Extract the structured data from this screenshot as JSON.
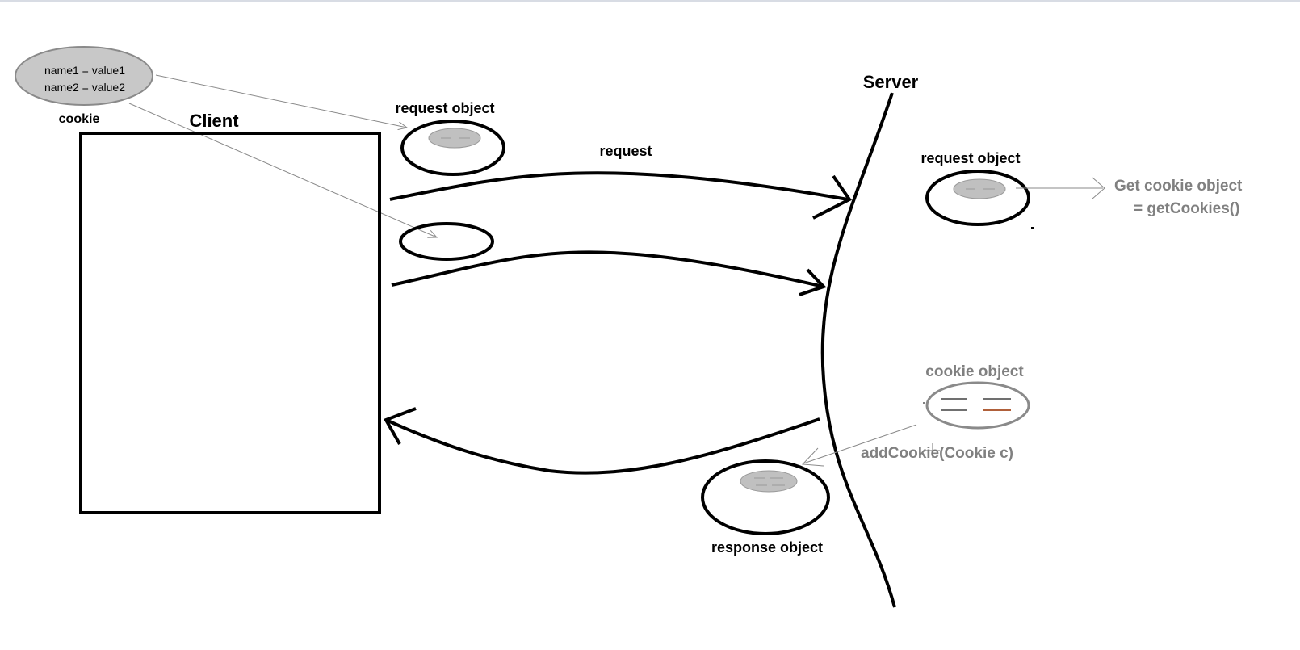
{
  "labels": {
    "cookie_line1": "name1 = value1",
    "cookie_line2": "name2 = value2",
    "cookie": "cookie",
    "client": "Client",
    "server": "Server",
    "request_object_client": "request object",
    "request_arrow": "request",
    "request_object_server": "request object",
    "get_cookie_line1": "Get cookie object",
    "get_cookie_line2": "= getCookies()",
    "cookie_object": "cookie object",
    "add_cookie": "addCookie(Cookie c)",
    "response_object": "response object"
  },
  "colors": {
    "stroke": "#000000",
    "cookie_fill": "#c8c8c8",
    "inner_fill": "#c0c0c0",
    "thin_line": "#8a8a8a",
    "grey_text": "#808080",
    "accent_line": "#b0603a"
  }
}
